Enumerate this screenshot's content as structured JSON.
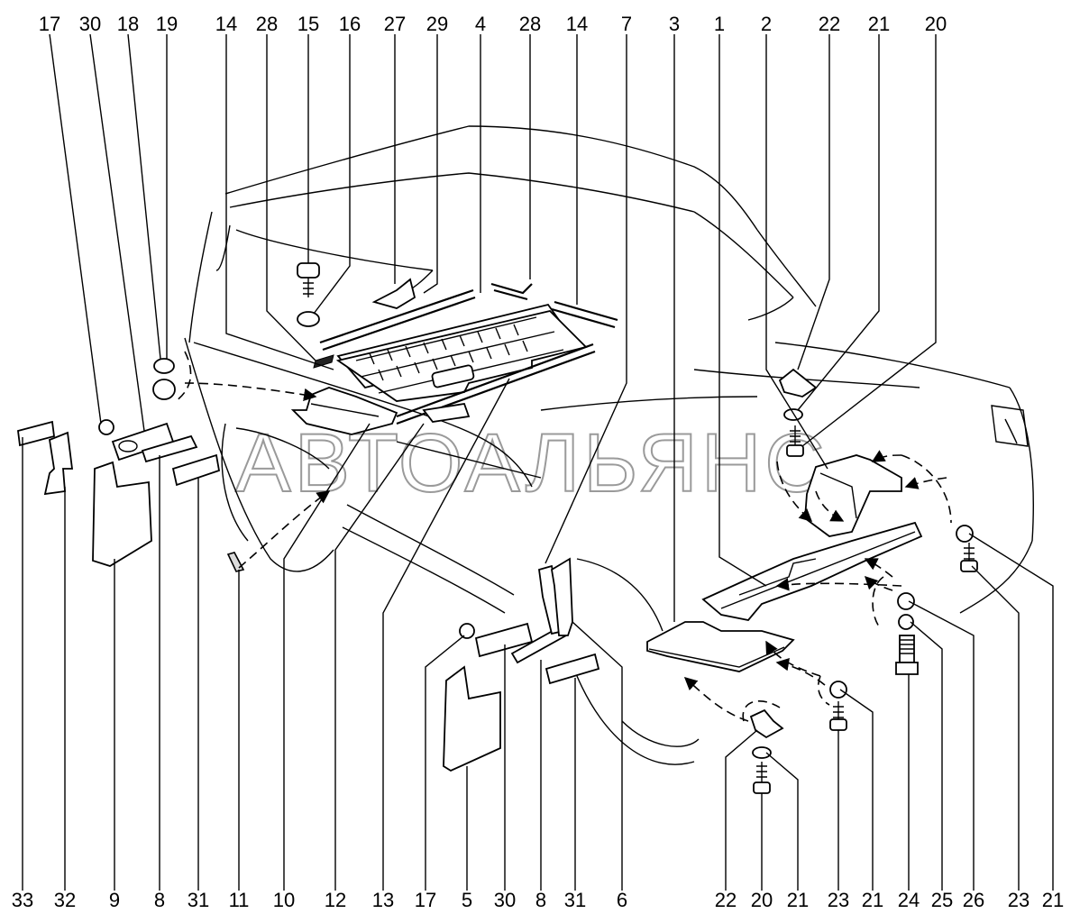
{
  "watermark": "АВТОАЛЬЯНС",
  "labels_top": [
    "17",
    "30",
    "18",
    "19",
    "14",
    "28",
    "15",
    "16",
    "27",
    "29",
    "4",
    "28",
    "14",
    "7",
    "3",
    "1",
    "2",
    "22",
    "21",
    "20"
  ],
  "labels_bottom": [
    "33",
    "32",
    "9",
    "8",
    "31",
    "11",
    "10",
    "12",
    "13",
    "17",
    "5",
    "30",
    "8",
    "31",
    "6",
    "22",
    "20",
    "21",
    "23",
    "21",
    "24",
    "25",
    "26",
    "23",
    "21"
  ]
}
